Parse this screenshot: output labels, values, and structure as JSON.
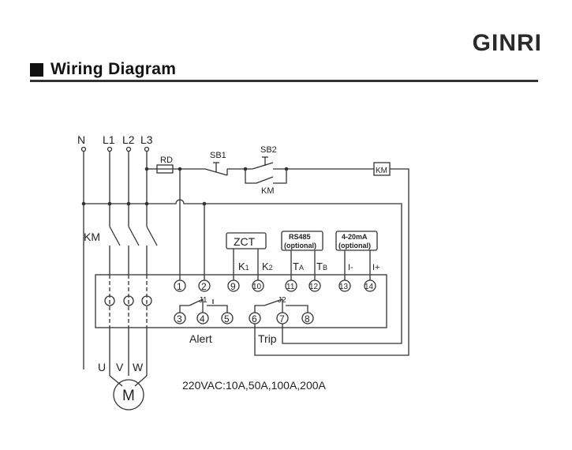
{
  "header": {
    "brand": "GINRI",
    "title": "Wiring Diagram"
  },
  "diagram": {
    "lines": [
      "N",
      "L1",
      "L2",
      "L3"
    ],
    "fuse": "RD",
    "button1": "SB1",
    "button2": "SB2",
    "contactor_aux": "KM",
    "contactor_coil": "KM",
    "contactor_main": "KM",
    "zct": "ZCT",
    "rs485": [
      "RS485",
      "(optional)"
    ],
    "analog": [
      "4-20mA",
      "(optional)"
    ],
    "term_labels": {
      "k1": "K",
      "k1s": "1",
      "k2": "K",
      "k2s": "2",
      "ta": "T",
      "tas": "A",
      "tb": "T",
      "tbs": "B",
      "iminus": "I-",
      "iplus": "I+"
    },
    "terminals_top": [
      "1",
      "2",
      "9",
      "10",
      "11",
      "12",
      "13",
      "14"
    ],
    "terminals_bottom": [
      "3",
      "4",
      "5",
      "6",
      "7",
      "8"
    ],
    "relay1": "J1",
    "relay2": "J2",
    "alert": "Alert",
    "trip": "Trip",
    "motor_phases": [
      "U",
      "V",
      "W"
    ],
    "motor": "M",
    "spec": "220VAC:10A,50A,100A,200A"
  }
}
